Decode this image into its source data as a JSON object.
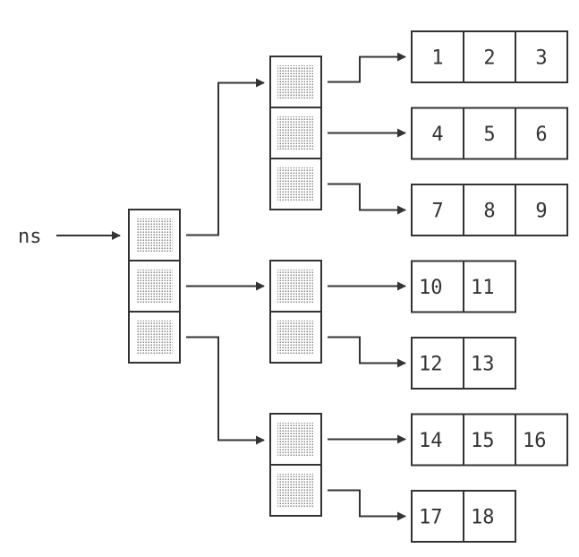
{
  "root_label": "ns",
  "colors": {
    "stroke": "#333333",
    "background": "#ffffff",
    "pointer_fill": "dotted-gray"
  },
  "root_pointer_count": 3,
  "sub_arrays": [
    {
      "pointer_count": 3,
      "rows": [
        [
          "1",
          "2",
          "3"
        ],
        [
          "4",
          "5",
          "6"
        ],
        [
          "7",
          "8",
          "9"
        ]
      ]
    },
    {
      "pointer_count": 2,
      "rows": [
        [
          "10",
          "11"
        ],
        [
          "12",
          "13"
        ]
      ]
    },
    {
      "pointer_count": 2,
      "rows": [
        [
          "14",
          "15",
          "16"
        ],
        [
          "17",
          "18"
        ]
      ]
    }
  ]
}
